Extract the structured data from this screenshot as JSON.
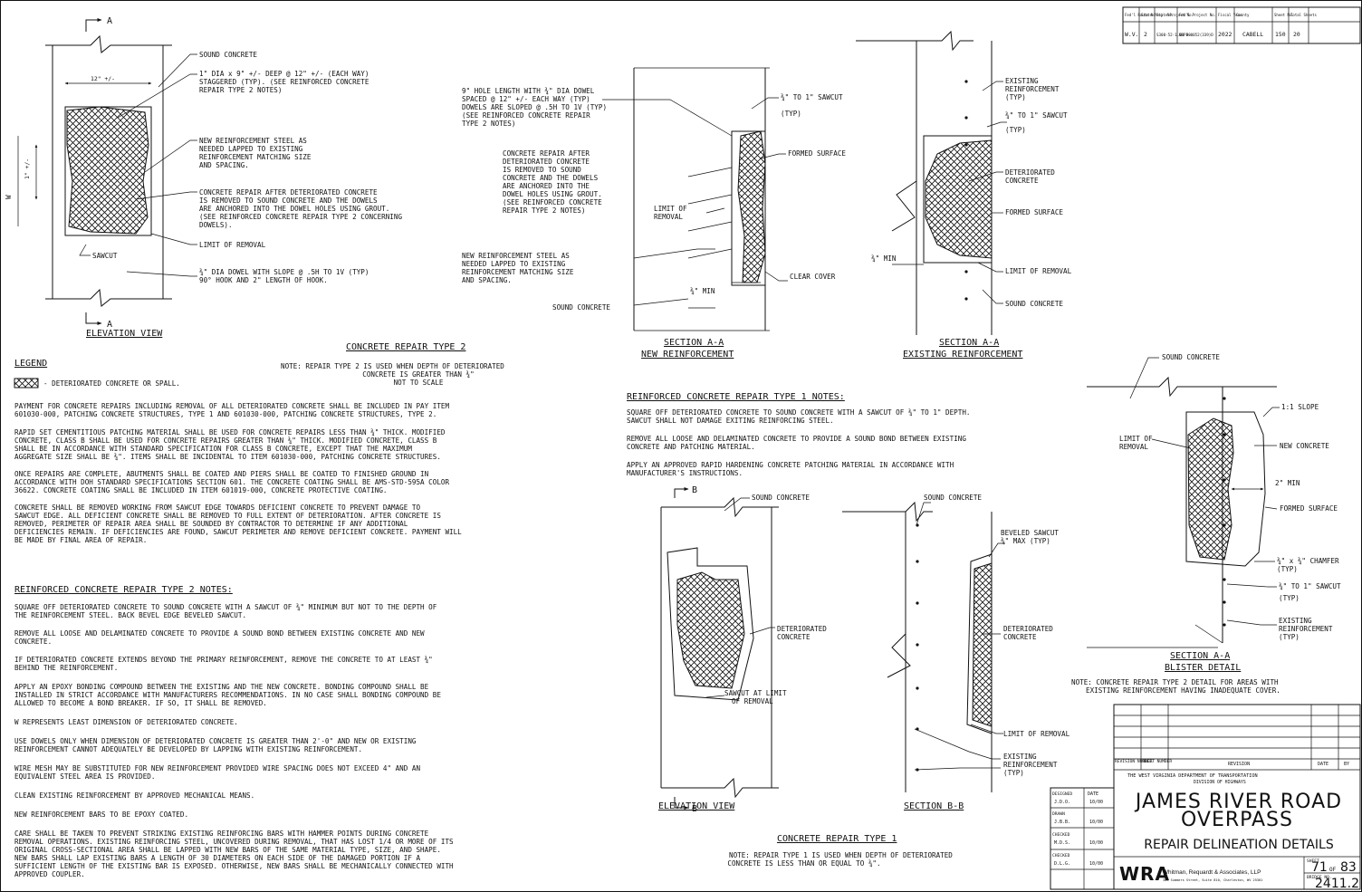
{
  "header_table": {
    "headers": [
      "Fed'l Route No.",
      "State Proj. No.",
      "State Project No.",
      "Fed'l Project No.",
      "Fiscal Year",
      "County",
      "Sheet No.",
      "Total Sheets"
    ],
    "values": [
      "W.V.",
      "2",
      "S300-52-1.01 00",
      "NHPP-0052(339)D",
      "2022",
      "CABELL",
      "150",
      "20"
    ]
  },
  "elevation_type2": {
    "section_mark": "A",
    "dim_width": "12\" +/-",
    "dim_height": "1\" +/-",
    "w_label": "W",
    "labels": {
      "sound_concrete": "SOUND CONCRETE",
      "dowel_holes": [
        "1\" DIA x 9\" +/- DEEP @ 12\" +/- (EACH WAY)",
        "STAGGERED (TYP). (SEE REINFORCED CONCRETE",
        "REPAIR TYPE 2 NOTES)"
      ],
      "new_reinf": [
        "NEW REINFORCEMENT STEEL AS",
        "NEEDED LAPPED TO EXISTING",
        "REINFORCEMENT MATCHING SIZE",
        "AND SPACING."
      ],
      "repair": [
        "CONCRETE REPAIR AFTER DETERIORATED CONCRETE",
        "IS REMOVED TO SOUND CONCRETE AND THE DOWELS",
        "ARE ANCHORED INTO THE DOWEL HOLES USING GROUT.",
        "(SEE REINFORCED CONCRETE REPAIR TYPE 2 CONCERNING",
        "DOWELS)."
      ],
      "limit": "LIMIT OF REMOVAL",
      "sawcut": "SAWCUT",
      "dowel": [
        "¾\" DIA DOWEL WITH SLOPE @ .5H TO 1V (TYP)",
        "90° HOOK AND 2\" LENGTH OF HOOK."
      ]
    },
    "title": "ELEVATION VIEW"
  },
  "section_aa_new": {
    "labels": {
      "hole": [
        "9\" HOLE LENGTH WITH ¾\" DIA DOWEL",
        "SPACED @ 12\" +/- EACH WAY (TYP)",
        "DOWELS ARE SLOPED @ .5H TO 1V (TYP)",
        "(SEE REINFORCED CONCRETE REPAIR",
        "TYPE 2 NOTES)"
      ],
      "sawcut": "¾\" TO 1\" SAWCUT",
      "typ": "(TYP)",
      "formed": "FORMED SURFACE",
      "repair": [
        "CONCRETE REPAIR AFTER",
        "DETERIORATED CONCRETE",
        "IS REMOVED TO SOUND",
        "CONCRETE AND THE DOWELS",
        "ARE ANCHORED INTO THE",
        "DOWEL HOLES USING GROUT.",
        "(SEE REINFORCED CONCRETE",
        "REPAIR TYPE 2 NOTES)"
      ],
      "limit": [
        "LIMIT OF",
        "REMOVAL"
      ],
      "new_reinf": [
        "NEW REINFORCEMENT STEEL AS",
        "NEEDED LAPPED TO EXISTING",
        "REINFORCEMENT MATCHING SIZE",
        "AND SPACING."
      ],
      "clear": "CLEAR COVER",
      "min": "¾\" MIN",
      "sound": "SOUND CONCRETE"
    },
    "title": [
      "SECTION A-A",
      "NEW REINFORCEMENT"
    ]
  },
  "section_aa_exist": {
    "labels": {
      "exist": [
        "EXISTING",
        "REINFORCEMENT",
        "(TYP)"
      ],
      "sawcut": "¾\" TO 1\" SAWCUT",
      "typ": "(TYP)",
      "det": [
        "DETERIORATED",
        "CONCRETE"
      ],
      "formed": "FORMED SURFACE",
      "min": "¾\" MIN",
      "limit": "LIMIT OF REMOVAL",
      "sound": "SOUND CONCRETE"
    },
    "title": [
      "SECTION A-A",
      "EXISTING REINFORCEMENT"
    ]
  },
  "legend": {
    "title": "LEGEND",
    "item": "- DETERIORATED CONCRETE OR SPALL."
  },
  "type2_title": "CONCRETE REPAIR TYPE 2",
  "type2_note": [
    "NOTE: REPAIR TYPE 2 IS USED WHEN DEPTH OF DETERIORATED",
    "CONCRETE IS GREATER THAN ¾\"",
    "NOT TO SCALE"
  ],
  "general_notes": [
    [
      "PAYMENT FOR CONCRETE REPAIRS INCLUDING REMOVAL OF ALL DETERIORATED CONCRETE SHALL BE INCLUDED IN PAY ITEM",
      "601030-000, PATCHING CONCRETE STRUCTURES, TYPE 1 AND 601030-000, PATCHING CONCRETE STRUCTURES, TYPE 2."
    ],
    [
      "RAPID SET CEMENTITIOUS PATCHING MATERIAL SHALL BE USED FOR CONCRETE REPAIRS LESS THAN ¾\" THICK. MODIFIED",
      "CONCRETE, CLASS B SHALL BE USED FOR CONCRETE REPAIRS GREATER THAN ¾\" THICK. MODIFIED CONCRETE, CLASS B",
      "SHALL BE IN ACCORDANCE WITH STANDARD SPECIFICATION FOR CLASS B CONCRETE, EXCEPT THAT THE MAXIMUM",
      "AGGREGATE SIZE SHALL BE ¾\". ITEMS SHALL BE INCIDENTAL TO ITEM 601030-000, PATCHING CONCRETE STRUCTURES."
    ],
    [
      "ONCE REPAIRS ARE COMPLETE, ABUTMENTS SHALL BE COATED AND PIERS SHALL BE COATED TO FINISHED GROUND IN",
      "ACCORDANCE WITH DOH STANDARD SPECIFICATIONS SECTION 601. THE CONCRETE COATING SHALL BE AMS-STD-595A COLOR",
      "36622. CONCRETE COATING SHALL BE INCLUDED IN ITEM 601019-000, CONCRETE PROTECTIVE COATING."
    ],
    [
      "CONCRETE SHALL BE REMOVED WORKING FROM SAWCUT EDGE TOWARDS DEFICIENT CONCRETE TO PREVENT DAMAGE TO",
      "SAWCUT EDGE. ALL DEFICIENT CONCRETE SHALL BE REMOVED TO FULL EXTENT OF DETERIORATION. AFTER CONCRETE IS",
      "REMOVED, PERIMETER OF REPAIR AREA SHALL BE SOUNDED BY CONTRACTOR TO DETERMINE IF ANY ADDITIONAL",
      "DEFICIENCIES REMAIN. IF DEFICIENCIES ARE FOUND, SAWCUT PERIMETER AND REMOVE DEFICIENT CONCRETE. PAYMENT WILL",
      "BE MADE BY FINAL AREA OF REPAIR."
    ]
  ],
  "type2_notes": {
    "title": "REINFORCED CONCRETE REPAIR TYPE 2 NOTES:",
    "paras": [
      [
        "SQUARE OFF DETERIORATED CONCRETE TO SOUND CONCRETE WITH A SAWCUT OF ¾\" MINIMUM BUT NOT TO THE DEPTH OF",
        "THE REINFORCEMENT STEEL.  BACK BEVEL EDGE BEVELED SAWCUT."
      ],
      [
        "REMOVE ALL LOOSE AND DELAMINATED CONCRETE TO PROVIDE A SOUND BOND BETWEEN EXISTING CONCRETE AND NEW",
        "CONCRETE."
      ],
      [
        "IF DETERIORATED CONCRETE EXTENDS BEYOND THE PRIMARY REINFORCEMENT, REMOVE THE CONCRETE TO AT LEAST ¾\"",
        "BEHIND THE REINFORCEMENT."
      ],
      [
        "APPLY AN EPOXY BONDING COMPOUND BETWEEN THE EXISTING AND THE NEW CONCRETE. BONDING COMPOUND SHALL BE",
        "INSTALLED IN STRICT ACCORDANCE WITH MANUFACTURERS RECOMMENDATIONS. IN NO CASE SHALL BONDING COMPOUND BE",
        "ALLOWED TO BECOME A BOND BREAKER. IF SO, IT SHALL BE REMOVED."
      ],
      [
        "W REPRESENTS LEAST DIMENSION OF DETERIORATED CONCRETE."
      ],
      [
        "USE DOWELS ONLY WHEN DIMENSION OF DETERIORATED CONCRETE IS GREATER THAN 2'-0\" AND NEW OR EXISTING",
        "REINFORCEMENT CANNOT ADEQUATELY BE DEVELOPED BY LAPPING WITH EXISTING REINFORCEMENT."
      ],
      [
        "WIRE MESH MAY BE SUBSTITUTED FOR NEW REINFORCEMENT PROVIDED WIRE SPACING DOES NOT EXCEED 4\" AND AN",
        "EQUIVALENT STEEL AREA IS PROVIDED."
      ],
      [
        "CLEAN EXISTING REINFORCEMENT BY APPROVED MECHANICAL MEANS."
      ],
      [
        "NEW REINFORCEMENT BARS TO BE EPOXY COATED."
      ],
      [
        "CARE SHALL BE TAKEN TO PREVENT STRIKING EXISTING REINFORCING BARS WITH HAMMER POINTS DURING CONCRETE",
        "REMOVAL OPERATIONS. EXISTING REINFORCING STEEL, UNCOVERED DURING REMOVAL, THAT HAS LOST 1/4 OR MORE OF ITS",
        "ORIGINAL CROSS-SECTIONAL AREA SHALL BE LAPPED WITH NEW BARS OF THE SAME MATERIAL TYPE, SIZE, AND SHAPE.",
        "NEW BARS SHALL LAP EXISTING BARS A LENGTH OF 30 DIAMETERS ON EACH SIDE OF THE DAMAGED PORTION IF A",
        "SUFFICIENT LENGTH OF THE EXISTING BAR IS EXPOSED. OTHERWISE, NEW BARS SHALL BE MECHANICALLY CONNECTED WITH",
        "APPROVED COUPLER."
      ]
    ]
  },
  "type1_notes": {
    "title": "REINFORCED CONCRETE REPAIR TYPE 1 NOTES:",
    "paras": [
      [
        "SQUARE OFF DETERIORATED CONCRETE TO SOUND CONCRETE WITH A SAWCUT OF ¾\" TO 1\" DEPTH.",
        "SAWCUT SHALL NOT DAMAGE EXITING REINFORCING STEEL."
      ],
      [
        "REMOVE ALL LOOSE AND DELAMINATED CONCRETE TO PROVIDE A SOUND BOND BETWEEN EXISTING",
        "CONCRETE AND PATCHING MATERIAL."
      ],
      [
        "APPLY AN APPROVED RAPID HARDENING CONCRETE PATCHING MATERIAL IN ACCORDANCE WITH",
        "MANUFACTURER'S INSTRUCTIONS."
      ]
    ]
  },
  "elevation_type1": {
    "section_mark": "B",
    "labels": {
      "sound": "SOUND CONCRETE",
      "det": [
        "DETERIORATED",
        "CONCRETE"
      ],
      "sawcut": [
        "SAWCUT AT LIMIT",
        "OF REMOVAL"
      ]
    },
    "title": "ELEVATION VIEW"
  },
  "section_bb": {
    "labels": {
      "sound": "SOUND CONCRETE",
      "bevel": [
        "BEVELED SAWCUT",
        "¾\" MAX (TYP)"
      ],
      "det": [
        "DETERIORATED",
        "CONCRETE"
      ],
      "limit": "LIMIT OF REMOVAL",
      "exist": [
        "EXISTING",
        "REINFORCEMENT",
        "(TYP)"
      ]
    },
    "title": "SECTION B-B"
  },
  "type1_title": "CONCRETE REPAIR TYPE 1",
  "type1_note": [
    "NOTE: REPAIR TYPE 1 IS USED WHEN DEPTH OF DETERIORATED",
    "CONCRETE IS LESS THAN OR EQUAL TO ¾\"."
  ],
  "blister": {
    "labels": {
      "sound": "SOUND CONCRETE",
      "slope": "1:1 SLOPE",
      "limit": [
        "LIMIT OF",
        "REMOVAL"
      ],
      "new": "NEW CONCRETE",
      "min": "2\" MIN",
      "formed": "FORMED SURFACE",
      "chamfer": [
        "¾\" x ¾\" CHAMFER",
        "(TYP)"
      ],
      "sawcut": "¾\" TO 1\" SAWCUT",
      "typ": "(TYP)",
      "exist": [
        "EXISTING",
        "REINFORCEMENT",
        "(TYP)"
      ]
    },
    "title": [
      "SECTION A-A",
      "BLISTER DETAIL"
    ],
    "note": [
      "NOTE: CONCRETE REPAIR TYPE 2 DETAIL FOR AREAS WITH",
      "EXISTING REINFORCEMENT HAVING INADEQUATE COVER."
    ]
  },
  "title_block": {
    "rev_headers": [
      "REVISION NUMBER",
      "SHEET NUMBER",
      "REVISION",
      "DATE",
      "BY"
    ],
    "dot": "THE WEST VIRGINIA DEPARTMENT OF TRANSPORTATION",
    "division": "DIVISION OF HIGHWAYS",
    "project_line1": "JAMES RIVER ROAD",
    "project_line2": "OVERPASS",
    "sheet_title": "REPAIR DELINEATION DETAILS",
    "signoffs": [
      {
        "role": "DESIGNED",
        "name": "J.D.O.",
        "date": "10/00"
      },
      {
        "role": "DRAWN",
        "name": "J.B.B.",
        "date": "10/00"
      },
      {
        "role": "CHECKED",
        "name": "M.D.S.",
        "date": "10/00"
      },
      {
        "role": "CHECKED",
        "name": "D.L.G.",
        "date": "10/00"
      }
    ],
    "date_head": "DATE",
    "firm_logo": "WRA",
    "firm_name": "Whitman, Requardt & Associates, LLP",
    "firm_address": "300 Summers Street, Suite 810, Charleston, WV 25301",
    "sheet_label": "SHEET",
    "sheet_no": "71",
    "of": "OF",
    "total": "83",
    "bridge_label": "BRIDGE NO.",
    "bridge_no": "2411.2"
  }
}
